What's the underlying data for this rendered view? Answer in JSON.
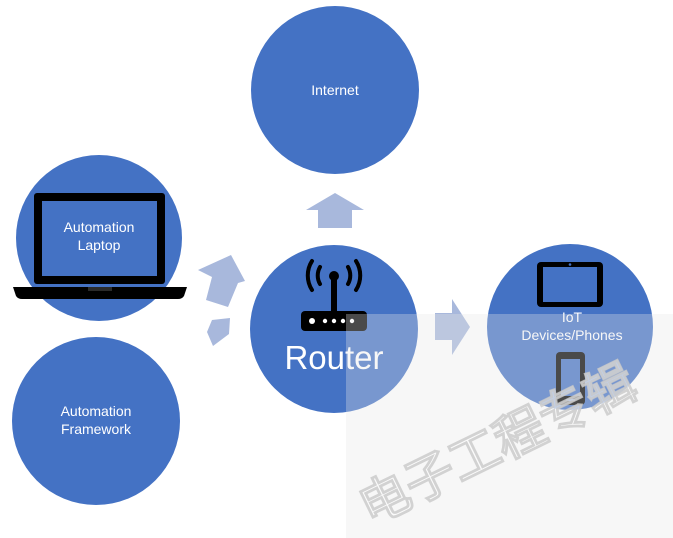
{
  "nodes": {
    "internet": {
      "label": "Internet"
    },
    "laptop": {
      "line1": "Automation",
      "line2": "Laptop"
    },
    "framework": {
      "line1": "Automation",
      "line2": "Framework"
    },
    "router": {
      "label": "Router"
    },
    "iot": {
      "line1": "IoT",
      "line2": "Devices/Phones"
    }
  },
  "icons": [
    "laptop-icon",
    "wifi-router-icon",
    "tablet-icon",
    "phone-icon"
  ],
  "watermark": {
    "text": "电子工程专辑"
  },
  "colors": {
    "node_fill": "#4472C4",
    "arrow_fill": "#A8B8DC",
    "icon_black": "#000000",
    "watermark_gray": "#E7E7E7"
  }
}
